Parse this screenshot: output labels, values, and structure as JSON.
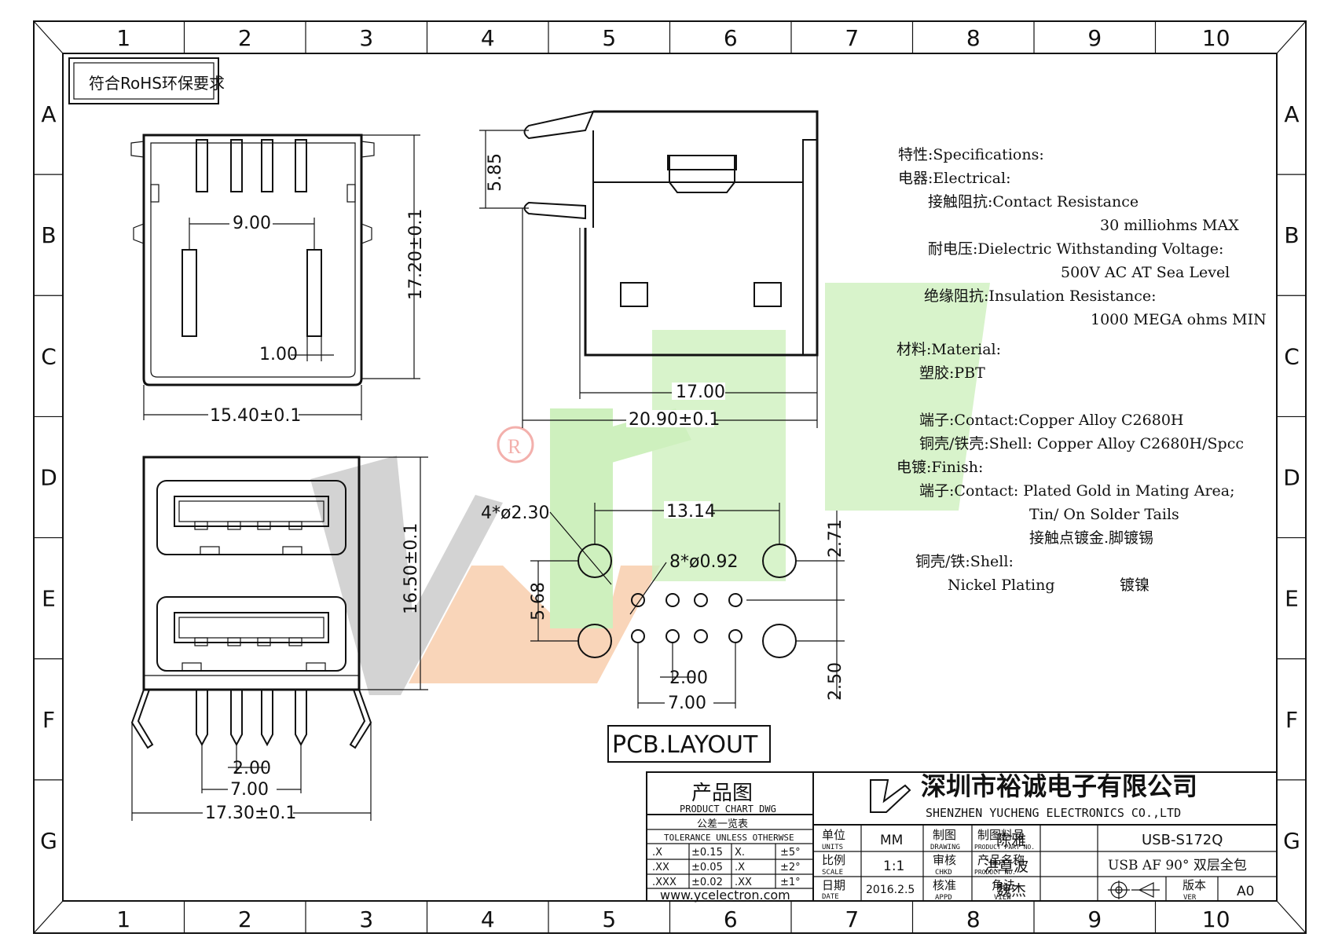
{
  "frame": {
    "col_labels": [
      "1",
      "2",
      "3",
      "4",
      "5",
      "6",
      "7",
      "8",
      "9",
      "10"
    ],
    "row_labels": [
      "A",
      "B",
      "C",
      "D",
      "E",
      "F",
      "G"
    ]
  },
  "rohs_label": "符合RoHS环保要求",
  "dims": {
    "d900": "9.00",
    "d100": "1.00",
    "d1540": "15.40±0.1",
    "d1720": "17.20±0.1",
    "d585": "5.85",
    "d1700": "17.00",
    "d2090": "20.90±0.1",
    "d1650": "16.50±0.1",
    "d200a": "2.00",
    "d700a": "7.00",
    "d1730": "17.30±0.1",
    "d1314": "13.14",
    "d4hole": "4*ø2.30",
    "d8hole": "8*ø0.92",
    "d271": "2.71",
    "d568": "5.68",
    "d250": "2.50",
    "d200b": "2.00",
    "d700b": "7.00"
  },
  "pcb_layout_label": "PCB.LAYOUT",
  "specs": [
    "特性:Specifications:",
    "电器:Electrical:",
    "接触阻抗:Contact Resistance",
    "30 milliohms MAX",
    "耐电压:Dielectric Withstanding Voltage:",
    "500V AC AT Sea Level",
    "绝缘阻抗:Insulation Resistance:",
    "1000 MEGA ohms MIN",
    "材料:Material:",
    "塑胶:PBT",
    "端子:Contact:Copper Alloy  C2680H",
    "铜壳/铁壳:Shell: Copper Alloy  C2680H/Spcc",
    "电镀:Finish:",
    "端子:Contact: Plated Gold in Mating Area;",
    "Tin/ On Solder Tails",
    "接触点镀金.脚镀锡",
    "铜壳/铁:Shell:",
    "Nickel Plating",
    "镀镍"
  ],
  "title_block": {
    "chart_cn": "产品图",
    "chart_en": "PRODUCT CHART DWG",
    "tol_cn": "公差一览表",
    "tol_en": "TOLERANCE UNLESS OTHERWSE",
    "tolerances": [
      [
        ".X",
        "±0.15",
        "X.",
        "±5°"
      ],
      [
        ".XX",
        "±0.05",
        ".X",
        "±2°"
      ],
      [
        ".XXX",
        "±0.02",
        ".XX",
        "±1°"
      ]
    ],
    "website": "www.ycelectron.com",
    "company_cn": "深圳市裕诚电子有限公司",
    "company_en": "SHENZHEN YUCHENG ELECTRONICS CO.,LTD",
    "units_cn": "单位",
    "units_en": "UNITS",
    "units_val": "MM",
    "scale_cn": "比例",
    "scale_en": "SCALE",
    "scale_val": "1:1",
    "date_cn": "日期",
    "date_en": "DATE",
    "date_val": "2016.2.5",
    "drawing_cn": "制图",
    "drawing_en": "DRAWING",
    "drawing_val": "陈雅",
    "chkd_cn": "审核",
    "chkd_en": "CHKD",
    "chkd_val": "洪章波",
    "appd_cn": "核准",
    "appd_en": "APPD",
    "appd_val": "魏杰",
    "partno_cn": "制图料号",
    "partno_en": "PRODUCT PART NO.",
    "partno_val": "USB-S172Q",
    "pname_cn": "产品名称",
    "pname_en": "PRODUCT NO.",
    "pname_val": "USB AF 90° 双层全包",
    "view_cn": "角法",
    "view_en": "VIEW",
    "ver_cn": "版本",
    "ver_en": "VER",
    "ver_val": "A0"
  },
  "colors": {
    "line": "#111111",
    "watermark_gray": "#c9c9c9",
    "watermark_green": "#c4edb3",
    "watermark_orange": "#f7c9a8",
    "watermark_red": "#f2a7a3"
  }
}
